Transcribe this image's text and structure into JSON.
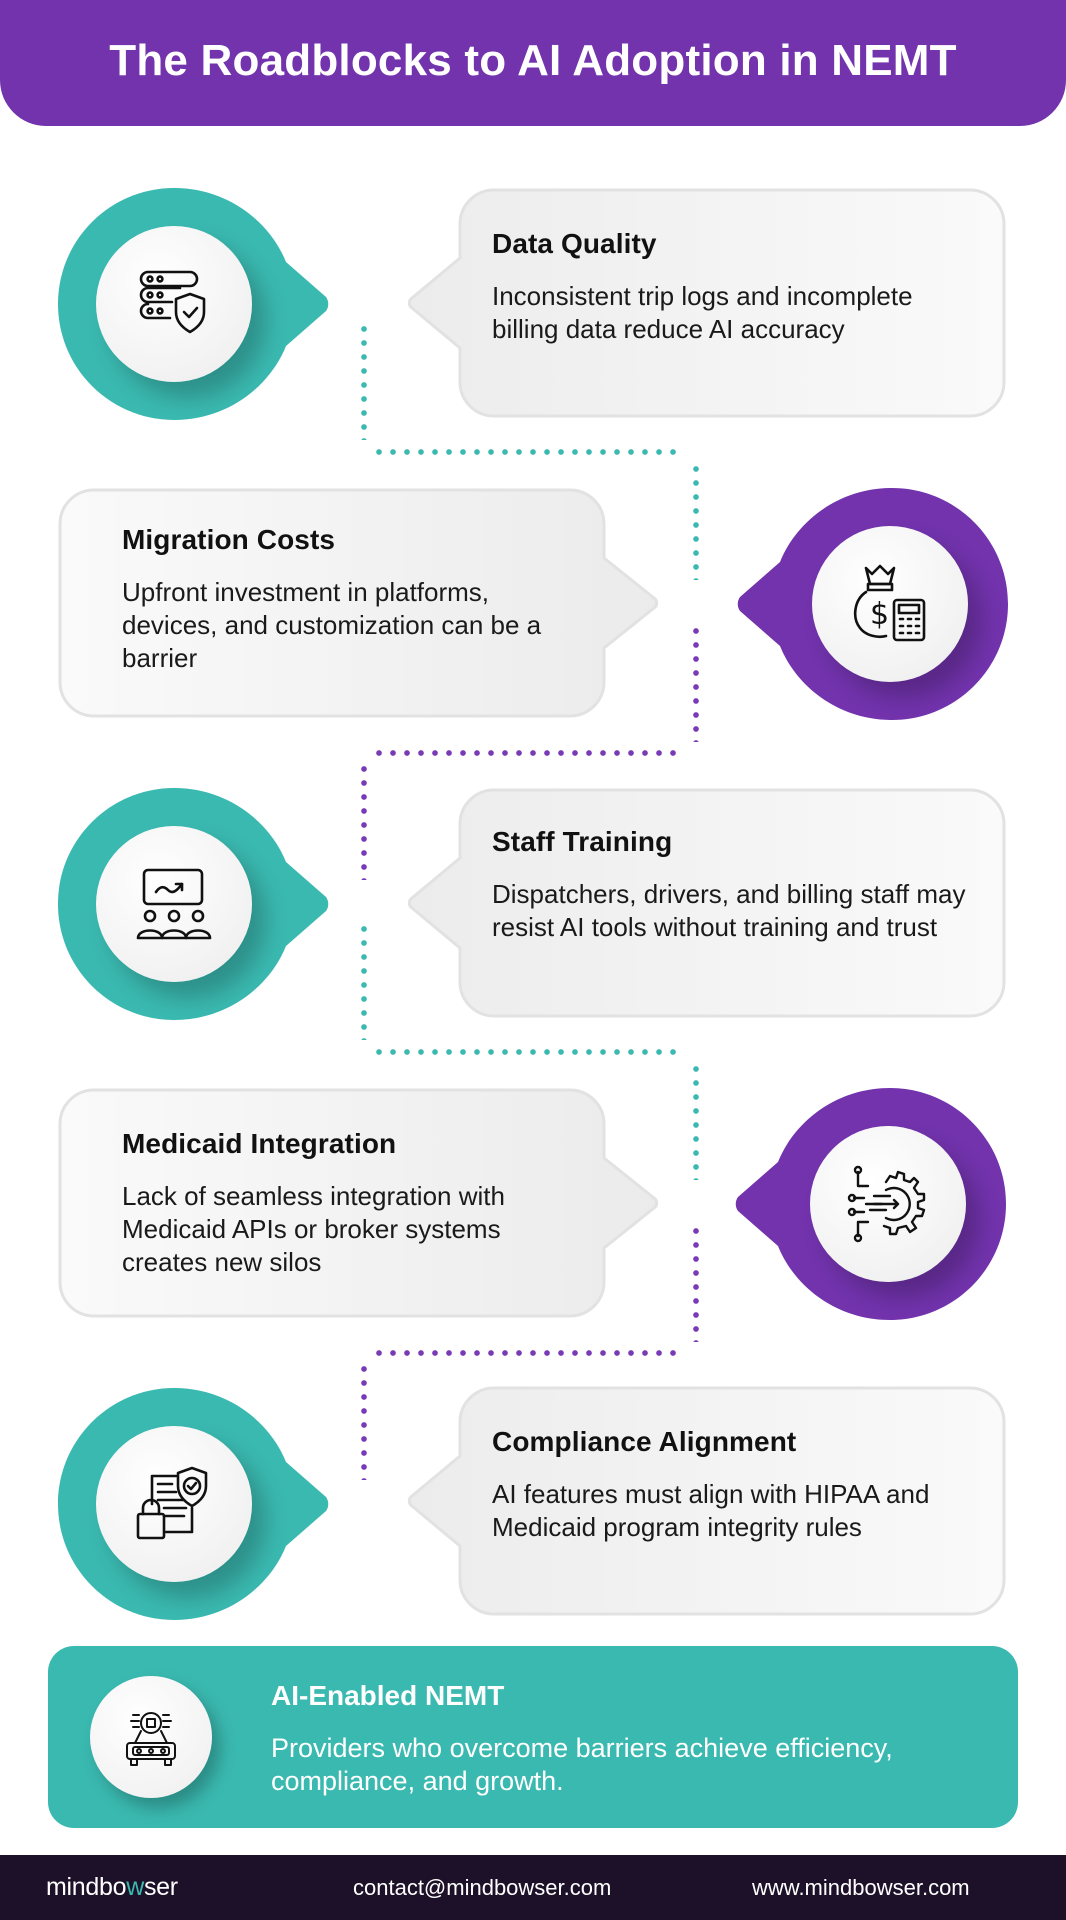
{
  "header": {
    "title": "The Roadblocks to AI Adoption in NEMT"
  },
  "colors": {
    "purple": "#7233ad",
    "teal": "#3ab9b0",
    "footer_bg": "#1c1129",
    "card_bg": "#f1f1f1"
  },
  "items": [
    {
      "title": "Data Quality",
      "description": "Inconsistent trip logs and incomplete billing data reduce AI accuracy",
      "icon": "database-shield-icon",
      "color": "teal",
      "side": "left-icon"
    },
    {
      "title": "Migration Costs",
      "description": "Upfront investment in platforms, devices, and customization can be a barrier",
      "icon": "money-bag-calculator-icon",
      "color": "purple",
      "side": "right-icon"
    },
    {
      "title": "Staff Training",
      "description": "Dispatchers, drivers, and billing staff may resist AI tools without training and trust",
      "icon": "training-presentation-icon",
      "color": "teal",
      "side": "left-icon"
    },
    {
      "title": "Medicaid Integration",
      "description": "Lack of seamless integration with Medicaid APIs or broker systems creates new silos",
      "icon": "gear-integration-icon",
      "color": "purple",
      "side": "right-icon"
    },
    {
      "title": "Compliance Alignment",
      "description": "AI features must align with HIPAA and Medicaid program integrity rules",
      "icon": "document-lock-shield-icon",
      "color": "teal",
      "side": "left-icon"
    }
  ],
  "banner": {
    "title": "AI-Enabled NEMT",
    "description": "Providers who overcome barriers achieve efficiency, compliance, and growth.",
    "icon": "ai-vehicle-icon"
  },
  "footer": {
    "logo_prefix": "mindbo",
    "logo_accent": "w",
    "logo_suffix": "ser",
    "email": "contact@mindbowser.com",
    "website": "www.mindbowser.com"
  }
}
